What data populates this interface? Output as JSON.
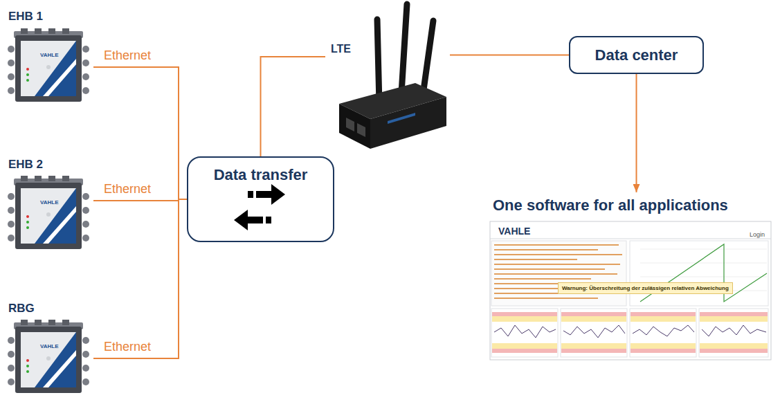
{
  "diagram": {
    "nodes": [
      {
        "text": [
          "EHB 1"
        ]
      },
      {
        "text": [
          "EHB 2"
        ]
      },
      {
        "text": [
          "RBG"
        ]
      },
      {
        "text": [
          "Data transfer"
        ]
      },
      {
        "text": [
          "LTE"
        ]
      },
      {
        "text": [
          "Data center"
        ]
      },
      {
        "text": [
          "One software for all applications"
        ]
      }
    ],
    "edges": [
      {
        "from": 0,
        "to": 3,
        "label": "Ethernet",
        "arrow": "none"
      },
      {
        "from": 1,
        "to": 3,
        "label": "Ethernet",
        "arrow": "none"
      },
      {
        "from": 2,
        "to": 3,
        "label": "Ethernet",
        "arrow": "none"
      },
      {
        "from": 3,
        "to": 4,
        "arrow": "none"
      },
      {
        "from": 4,
        "to": 5,
        "arrow": "none"
      },
      {
        "from": 5,
        "to": 6,
        "arrow": "to"
      }
    ],
    "labels": [
      "VAHLE",
      "VAHLE",
      "VAHLE",
      "VAHLE",
      "Login",
      "Warnung: Überschreitung der zulässigen relativen Abweichung"
    ]
  }
}
